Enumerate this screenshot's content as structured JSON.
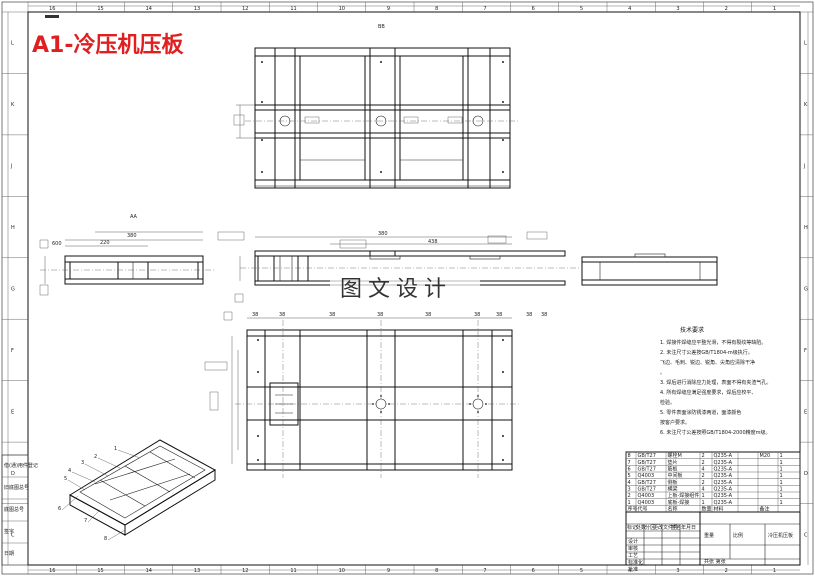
{
  "drawing_title": "A1-冷压机压板",
  "watermark": "图文设计",
  "border_zones": {
    "top": [
      "16",
      "15",
      "14",
      "13",
      "12",
      "11",
      "10",
      "9",
      "8",
      "7",
      "6",
      "5",
      "4",
      "3",
      "2",
      "1"
    ],
    "bottom": [
      "16",
      "15",
      "14",
      "13",
      "12",
      "11",
      "10",
      "9",
      "8",
      "7",
      "6",
      "5",
      "4",
      "3",
      "2",
      "1"
    ],
    "left": [
      "L",
      "K",
      "J",
      "H",
      "G",
      "F",
      "E",
      "D",
      "C"
    ],
    "right": [
      "L",
      "K",
      "J",
      "H",
      "G",
      "F",
      "E",
      "D",
      "C"
    ]
  },
  "views": {
    "section_top_label": "BB",
    "section_left_label": "AA"
  },
  "dimensions": {
    "front_overall": "380",
    "front_inner": "438",
    "plan_dims": [
      "38",
      "38",
      "38",
      "38",
      "38",
      "38",
      "38",
      "38",
      "38"
    ]
  },
  "notes_title": "技术要求",
  "notes": [
    "1. 焊接件焊缝应平整光滑，不得有裂纹等缺陷。",
    "2. 未注尺寸公差按GB/T1804-m级执行。",
    "   飞边、毛刺、锐边、锐角、尖角应清除干净",
    "   。",
    "3. 焊后进行消除应力处理，表面不得有夹渣气孔。",
    "4. 所有焊缝应满足强度要求，焊后应校平、",
    "   检验。",
    "5. 零件表面涂防锈漆两道，面漆颜色",
    "   按客户要求。",
    "6. 未注尺寸公差按照GB/T1804-2000精度m级。"
  ],
  "bom_rows": [
    [
      "8",
      "GB/T27",
      "螺栓M",
      "2",
      "Q235-A",
      "",
      "M20",
      "1"
    ],
    [
      "7",
      "GB/T27",
      "垫片",
      "2",
      "Q235-A",
      "",
      "",
      "1"
    ],
    [
      "6",
      "GB/T27",
      "筋板",
      "4",
      "Q235-A",
      "",
      "",
      "1"
    ],
    [
      "5",
      "Q4003",
      "中间板",
      "2",
      "Q235-A",
      "",
      "",
      "1"
    ],
    [
      "4",
      "GB/T27",
      "侧板",
      "2",
      "Q235-A",
      "",
      "",
      "1"
    ],
    [
      "3",
      "GB/T27",
      "横梁",
      "4",
      "Q235-A",
      "",
      "",
      "1"
    ],
    [
      "2",
      "Q4003",
      "上板-焊接组件",
      "1",
      "Q235-A",
      "",
      "",
      "1"
    ],
    [
      "1",
      "Q4003",
      "底板-焊接",
      "1",
      "Q235-A",
      "",
      "",
      "1"
    ]
  ],
  "bom_header": [
    "序号",
    "代号",
    "名称",
    "数量",
    "材料",
    "",
    "备注",
    ""
  ],
  "title_block": {
    "part_name": "冷压机压板",
    "labels": [
      "标记",
      "处数",
      "分区",
      "更改文件号",
      "签名",
      "年月日"
    ],
    "roles": [
      "设计",
      "审核",
      "工艺",
      "标准化",
      "批准"
    ],
    "scale_label": "比例",
    "weight_label": "重量",
    "sheet_label": "共张 第张"
  },
  "left_strip": [
    "借(通)用件登记",
    "旧底图总号",
    "底图总号",
    "签字",
    "日期"
  ],
  "balloons": [
    "1",
    "2",
    "3",
    "4",
    "5",
    "6",
    "7",
    "8"
  ]
}
